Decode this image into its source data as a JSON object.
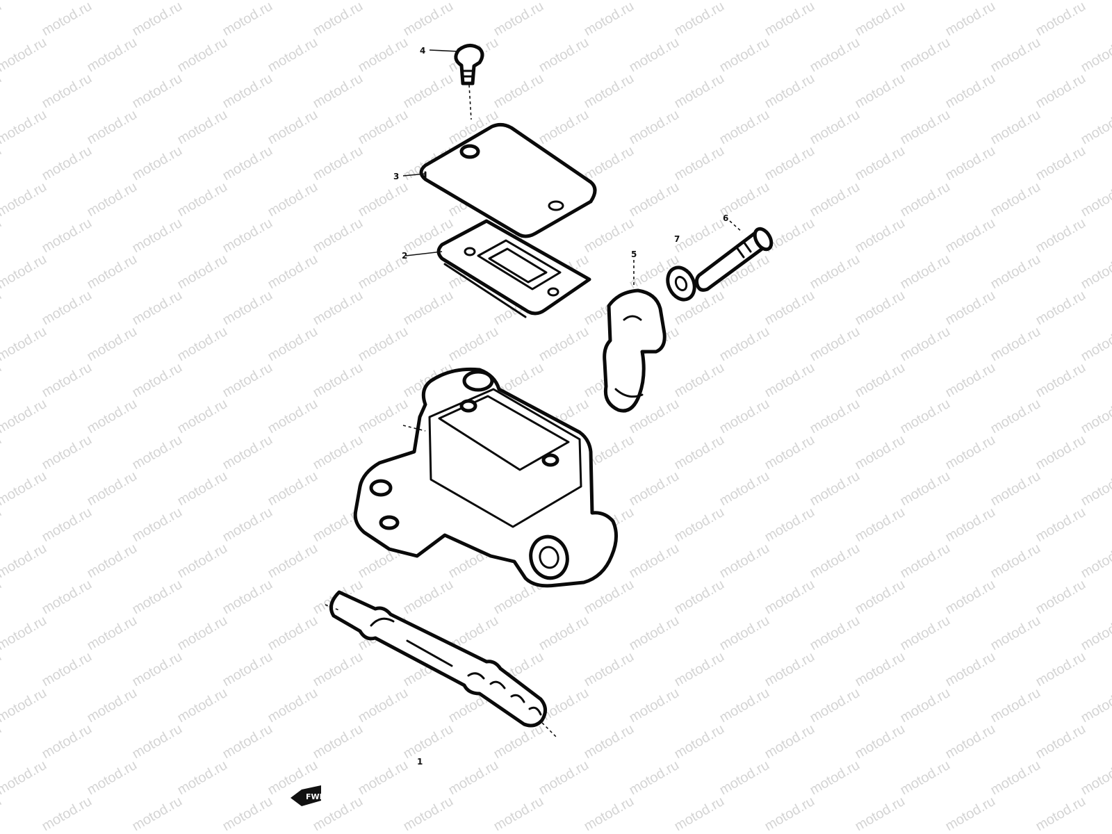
{
  "watermark": "motod.ru",
  "callouts": {
    "part_1": "1",
    "part_2": "2",
    "part_3": "3",
    "part_4": "4",
    "part_5": "5",
    "part_6": "6",
    "part_7": "7"
  },
  "direction_marker": {
    "label": "FWD",
    "icon": "arrow-left-icon"
  },
  "colors": {
    "line": "#0a0a0a",
    "watermark": "#d4d4d4",
    "background": "#ffffff"
  }
}
